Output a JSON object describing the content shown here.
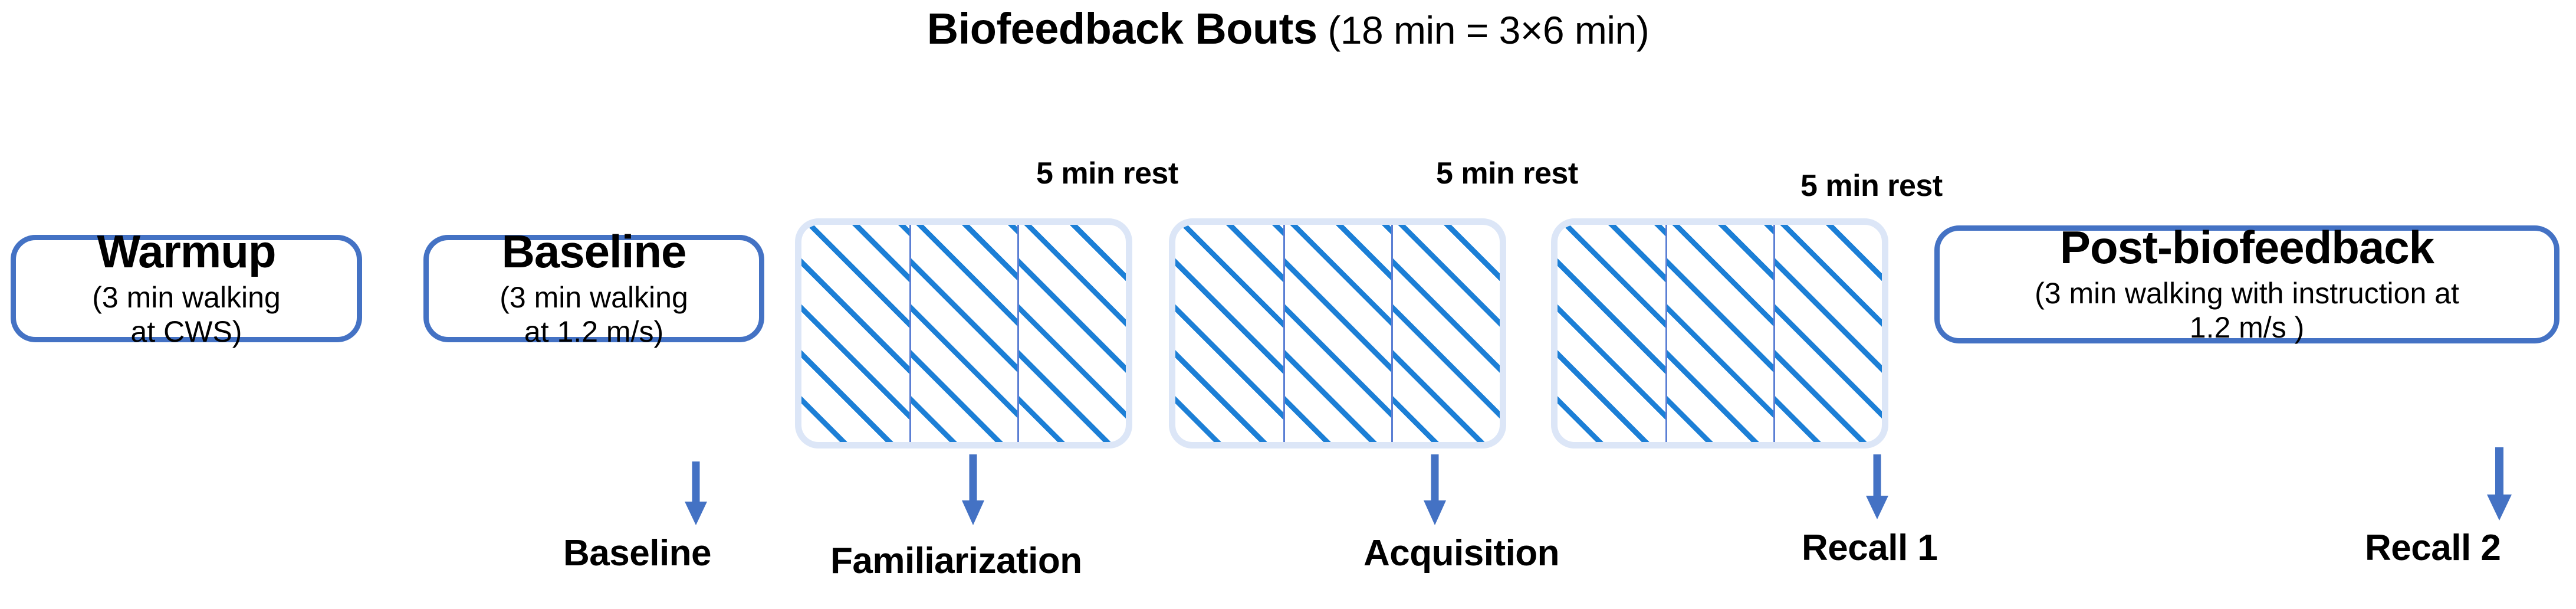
{
  "header": {
    "title_bold": "Biofeedback Bouts",
    "title_paren": " (18 min = 3×6 min)"
  },
  "boxes": [
    {
      "name": "warmup",
      "title": "Warmup",
      "sub_line1": "(3 min walking",
      "sub_line2": "at CWS)"
    },
    {
      "name": "baseline",
      "title": "Baseline",
      "sub_line1": "(3 min walking",
      "sub_line2": "at 1.2 m/s)"
    },
    {
      "name": "post-biofeedback",
      "title": "Post-biofeedback",
      "sub_line1": "(3 min walking with instruction at",
      "sub_line2": "1.2 m/s )"
    }
  ],
  "bouts": [
    {
      "name": "bout-1",
      "rest_label": "5 min rest"
    },
    {
      "name": "bout-2",
      "rest_label": "5 min rest"
    },
    {
      "name": "bout-3",
      "rest_label": "5 min rest"
    }
  ],
  "phase_labels": [
    {
      "name": "baseline",
      "label": "Baseline"
    },
    {
      "name": "familiarization",
      "label": "Familiarization"
    },
    {
      "name": "acquisition",
      "label": "Acquisition"
    },
    {
      "name": "recall-1",
      "label": "Recall 1"
    },
    {
      "name": "recall-2",
      "label": "Recall 2"
    }
  ],
  "colors": {
    "box_border_blue": "#4472C4",
    "hatch_stripe_blue": "#1C7FD6",
    "hatch_glow_blue": "#DCE6F7",
    "arrow_blue": "#4472C4",
    "text_black": "#000000",
    "background": "#FFFFFF"
  }
}
